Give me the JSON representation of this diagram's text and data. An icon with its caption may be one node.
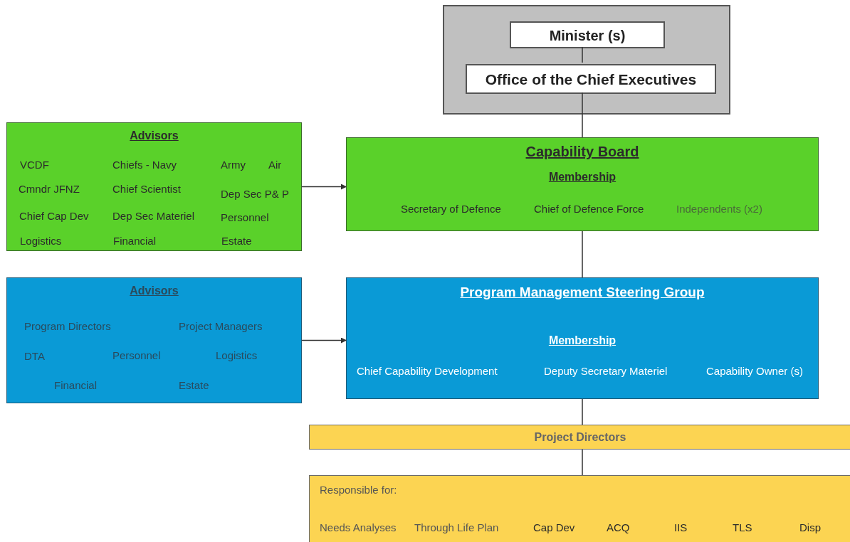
{
  "diagram": {
    "nodes": [
      {
        "text": [],
        "shape": "box"
      },
      {
        "text": [
          "Minister (s)"
        ],
        "in": 0
      },
      {
        "text": [
          "Office of the Chief Executives"
        ],
        "in": 0
      },
      {
        "text": [
          "Advisors",
          "VCDF",
          "Chiefs - Navy",
          "Army",
          "Air",
          "Cmndr JFNZ",
          "Chief Scientist",
          "Dep Sec P& P",
          "Chief Cap Dev",
          "Dep Sec Materiel",
          "Personnel",
          "Logistics",
          "Financial",
          "Estate"
        ]
      },
      {
        "text": [
          "Capability Board",
          "Membership",
          "Secretary of Defence",
          "Chief of Defence Force",
          "Independents (x2)"
        ]
      },
      {
        "text": [
          "Advisors",
          "Program Directors",
          "Project Managers",
          "DTA",
          "Personnel",
          "Logistics",
          "Financial",
          "Estate"
        ]
      },
      {
        "text": [
          "Program Management Steering Group",
          "Membership",
          "Chief Capability Development",
          "Deputy Secretary Materiel",
          "Capability Owner (s)"
        ]
      },
      {
        "text": [
          "Project Directors"
        ]
      },
      {
        "text": [
          "Responsible for:",
          "Needs Analyses",
          "Through Life Plan",
          "Cap Dev",
          "ACQ",
          "IIS",
          "TLS",
          "Disp"
        ]
      }
    ],
    "edges": [
      {
        "from": 1,
        "to": 2,
        "arrow": "none"
      },
      {
        "from": 2,
        "to": 4,
        "arrow": "none"
      },
      {
        "from": 3,
        "to": 4,
        "arrow": "to"
      },
      {
        "from": 4,
        "to": 6,
        "arrow": "none"
      },
      {
        "from": 5,
        "to": 6,
        "arrow": "to"
      },
      {
        "from": 6,
        "to": 7,
        "arrow": "none"
      },
      {
        "from": 7,
        "to": 8,
        "arrow": "none"
      }
    ]
  }
}
